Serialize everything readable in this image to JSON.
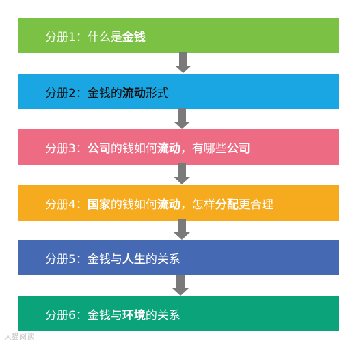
{
  "steps": [
    {
      "text": "分册1：什么是金钱",
      "color": "#7bc143",
      "text_color": "#ffffff",
      "bold_words": [
        "金钱"
      ]
    },
    {
      "text": "分册2：金钱的流动形式",
      "color": "#1aa6e3",
      "text_color": "#111111",
      "bold_words": [
        "流动"
      ]
    },
    {
      "text": "分册3：公司的钱如何流动，有哪些公司",
      "color": "#ee6b84",
      "text_color": "#ffffff",
      "bold_words": [
        "公司",
        "流动"
      ]
    },
    {
      "text": "分册4：国家的钱如何流动，怎样分配更合理",
      "color": "#f6ab1f",
      "text_color": "#ffffff",
      "bold_words": [
        "国家",
        "流动",
        "分配"
      ]
    },
    {
      "text": "分册5：金钱与人生的关系",
      "color": "#4569b2",
      "text_color": "#ffffff",
      "bold_words": [
        "人生"
      ]
    },
    {
      "text": "分册6：金钱与环境的关系",
      "color": "#0aa37a",
      "text_color": "#ffffff",
      "bold_words": [
        "环境"
      ]
    }
  ],
  "arrow_color": "#7a7a7a",
  "watermark": "大猫阅读"
}
